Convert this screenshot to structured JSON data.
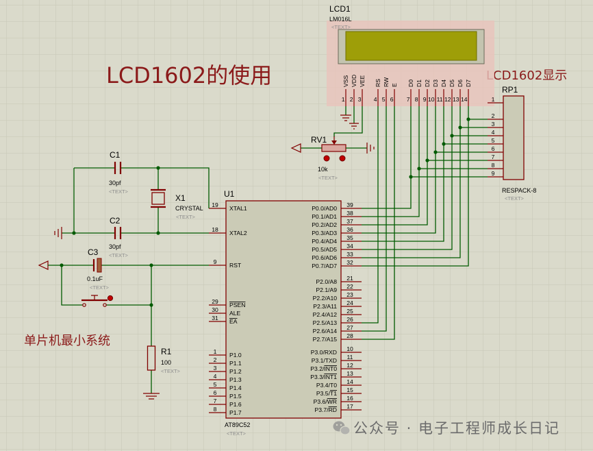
{
  "notes": {
    "title": "LCD1602的使用",
    "lcd_section": "LCD1602显示",
    "mcu_section": "单片机最小系统"
  },
  "watermark": {
    "icon": "wechat-icon",
    "text": "公众号 · 电子工程师成长日记"
  },
  "lcd1": {
    "ref": "LCD1",
    "part": "LM016L",
    "text": "<TEXT>",
    "pins": [
      {
        "name": "VSS",
        "num": "1"
      },
      {
        "name": "VDD",
        "num": "2"
      },
      {
        "name": "VEE",
        "num": "3"
      },
      {
        "name": "RS",
        "num": "4"
      },
      {
        "name": "RW",
        "num": "5"
      },
      {
        "name": "E",
        "num": "6"
      },
      {
        "name": "D0",
        "num": "7"
      },
      {
        "name": "D1",
        "num": "8"
      },
      {
        "name": "D2",
        "num": "9"
      },
      {
        "name": "D3",
        "num": "10"
      },
      {
        "name": "D4",
        "num": "11"
      },
      {
        "name": "D5",
        "num": "12"
      },
      {
        "name": "D6",
        "num": "13"
      },
      {
        "name": "D7",
        "num": "14"
      }
    ]
  },
  "rp1": {
    "ref": "RP1",
    "part": "RESPACK-8",
    "text": "<TEXT>",
    "pins": [
      "1",
      "2",
      "3",
      "4",
      "5",
      "6",
      "7",
      "8",
      "9"
    ]
  },
  "rv1": {
    "ref": "RV1",
    "value": "10k",
    "text": "<TEXT>"
  },
  "c1": {
    "ref": "C1",
    "value": "30pf",
    "text": "<TEXT>"
  },
  "c2": {
    "ref": "C2",
    "value": "30pf",
    "text": "<TEXT>"
  },
  "c3": {
    "ref": "C3",
    "value": "0.1uF",
    "text": "<TEXT>"
  },
  "x1": {
    "ref": "X1",
    "value": "CRYSTAL",
    "text": "<TEXT>"
  },
  "r1": {
    "ref": "R1",
    "value": "100",
    "text": "<TEXT>"
  },
  "u1": {
    "ref": "U1",
    "part": "AT89C52",
    "text": "<TEXT>",
    "left_pins": [
      {
        "name": "XTAL1",
        "num": "19"
      },
      {
        "name": "XTAL2",
        "num": "18"
      },
      {
        "name": "RST",
        "num": "9"
      },
      {
        "over": "PSEN",
        "num": "29"
      },
      {
        "name": "ALE",
        "num": "30"
      },
      {
        "over": "EA",
        "num": "31"
      },
      {
        "name": "P1.0",
        "num": "1"
      },
      {
        "name": "P1.1",
        "num": "2"
      },
      {
        "name": "P1.2",
        "num": "3"
      },
      {
        "name": "P1.3",
        "num": "4"
      },
      {
        "name": "P1.4",
        "num": "5"
      },
      {
        "name": "P1.5",
        "num": "6"
      },
      {
        "name": "P1.6",
        "num": "7"
      },
      {
        "name": "P1.7",
        "num": "8"
      }
    ],
    "right_pins": [
      {
        "name": "P0.0/AD0",
        "num": "39"
      },
      {
        "name": "P0.1/AD1",
        "num": "38"
      },
      {
        "name": "P0.2/AD2",
        "num": "37"
      },
      {
        "name": "P0.3/AD3",
        "num": "36"
      },
      {
        "name": "P0.4/AD4",
        "num": "35"
      },
      {
        "name": "P0.5/AD5",
        "num": "34"
      },
      {
        "name": "P0.6/AD6",
        "num": "33"
      },
      {
        "name": "P0.7/AD7",
        "num": "32"
      },
      {
        "name": "P2.0/A8",
        "num": "21"
      },
      {
        "name": "P2.1/A9",
        "num": "22"
      },
      {
        "name": "P2.2/A10",
        "num": "23"
      },
      {
        "name": "P2.3/A11",
        "num": "24"
      },
      {
        "name": "P2.4/A12",
        "num": "25"
      },
      {
        "name": "P2.5/A13",
        "num": "26"
      },
      {
        "name": "P2.6/A14",
        "num": "27"
      },
      {
        "name": "P2.7/A15",
        "num": "28"
      },
      {
        "name": "P3.0/RXD",
        "num": "10"
      },
      {
        "name": "P3.1/TXD",
        "num": "11"
      },
      {
        "name": "P3.2/",
        "over": "INT0",
        "num": "12"
      },
      {
        "name": "P3.3/",
        "over": "INT1",
        "num": "13"
      },
      {
        "name": "P3.4/T0",
        "num": "14"
      },
      {
        "name": "P3.5/",
        "over": "T1",
        "num": "15"
      },
      {
        "name": "P3.6/",
        "over": "WR",
        "num": "16"
      },
      {
        "name": "P3.7/",
        "over": "RD",
        "num": "17"
      }
    ]
  },
  "colors": {
    "background": "#dadacb",
    "grid": "#c7c7b5",
    "component": "#800000",
    "wire": "#005a00",
    "body_fill": "#cbcbb6",
    "lcd_screen": "#9e9e08",
    "lcd_halo": "#e8c3bb",
    "annotation_text": "#8b1a1a",
    "watermark": "#6b6b6b"
  }
}
